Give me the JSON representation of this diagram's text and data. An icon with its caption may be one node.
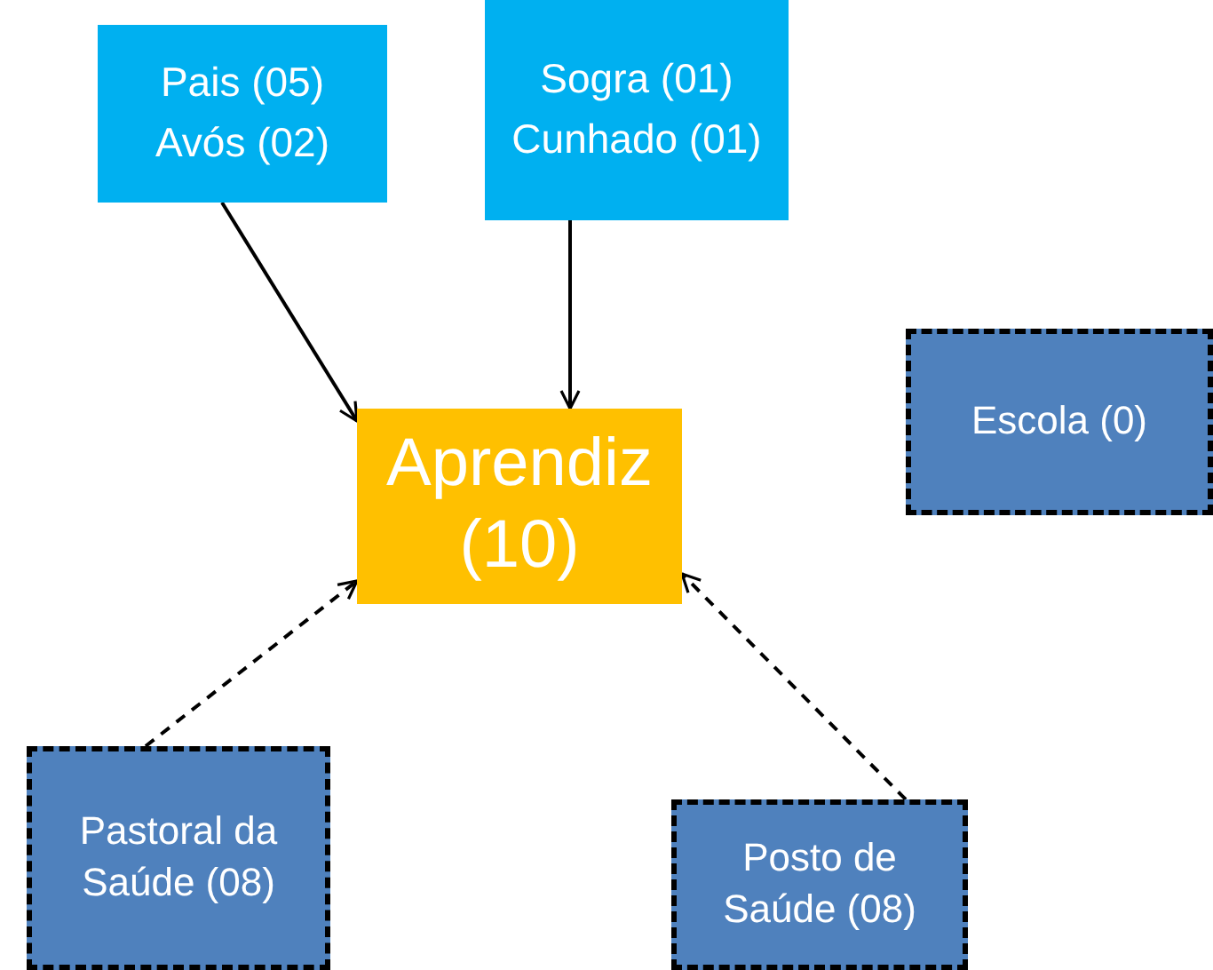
{
  "diagram": {
    "nodes": [
      {
        "text": [
          "Pais (05)",
          "Avós (02)"
        ]
      },
      {
        "text": [
          "Sogra (01)",
          "Cunhado (01)"
        ]
      },
      {
        "text": [
          "Aprendiz (10)"
        ]
      },
      {
        "text": [
          "Escola (0)"
        ]
      },
      {
        "text": [
          "Pastoral da Saúde (08)"
        ]
      },
      {
        "text": [
          "Posto de Saúde (08)"
        ]
      }
    ],
    "edges": [
      {
        "from": 0,
        "to": 2,
        "arrow": "to"
      },
      {
        "from": 1,
        "to": 2,
        "arrow": "to"
      },
      {
        "from": 4,
        "to": 2,
        "arrow": "to",
        "style": "dashed"
      },
      {
        "from": 5,
        "to": 2,
        "arrow": "to",
        "style": "dashed"
      }
    ]
  }
}
